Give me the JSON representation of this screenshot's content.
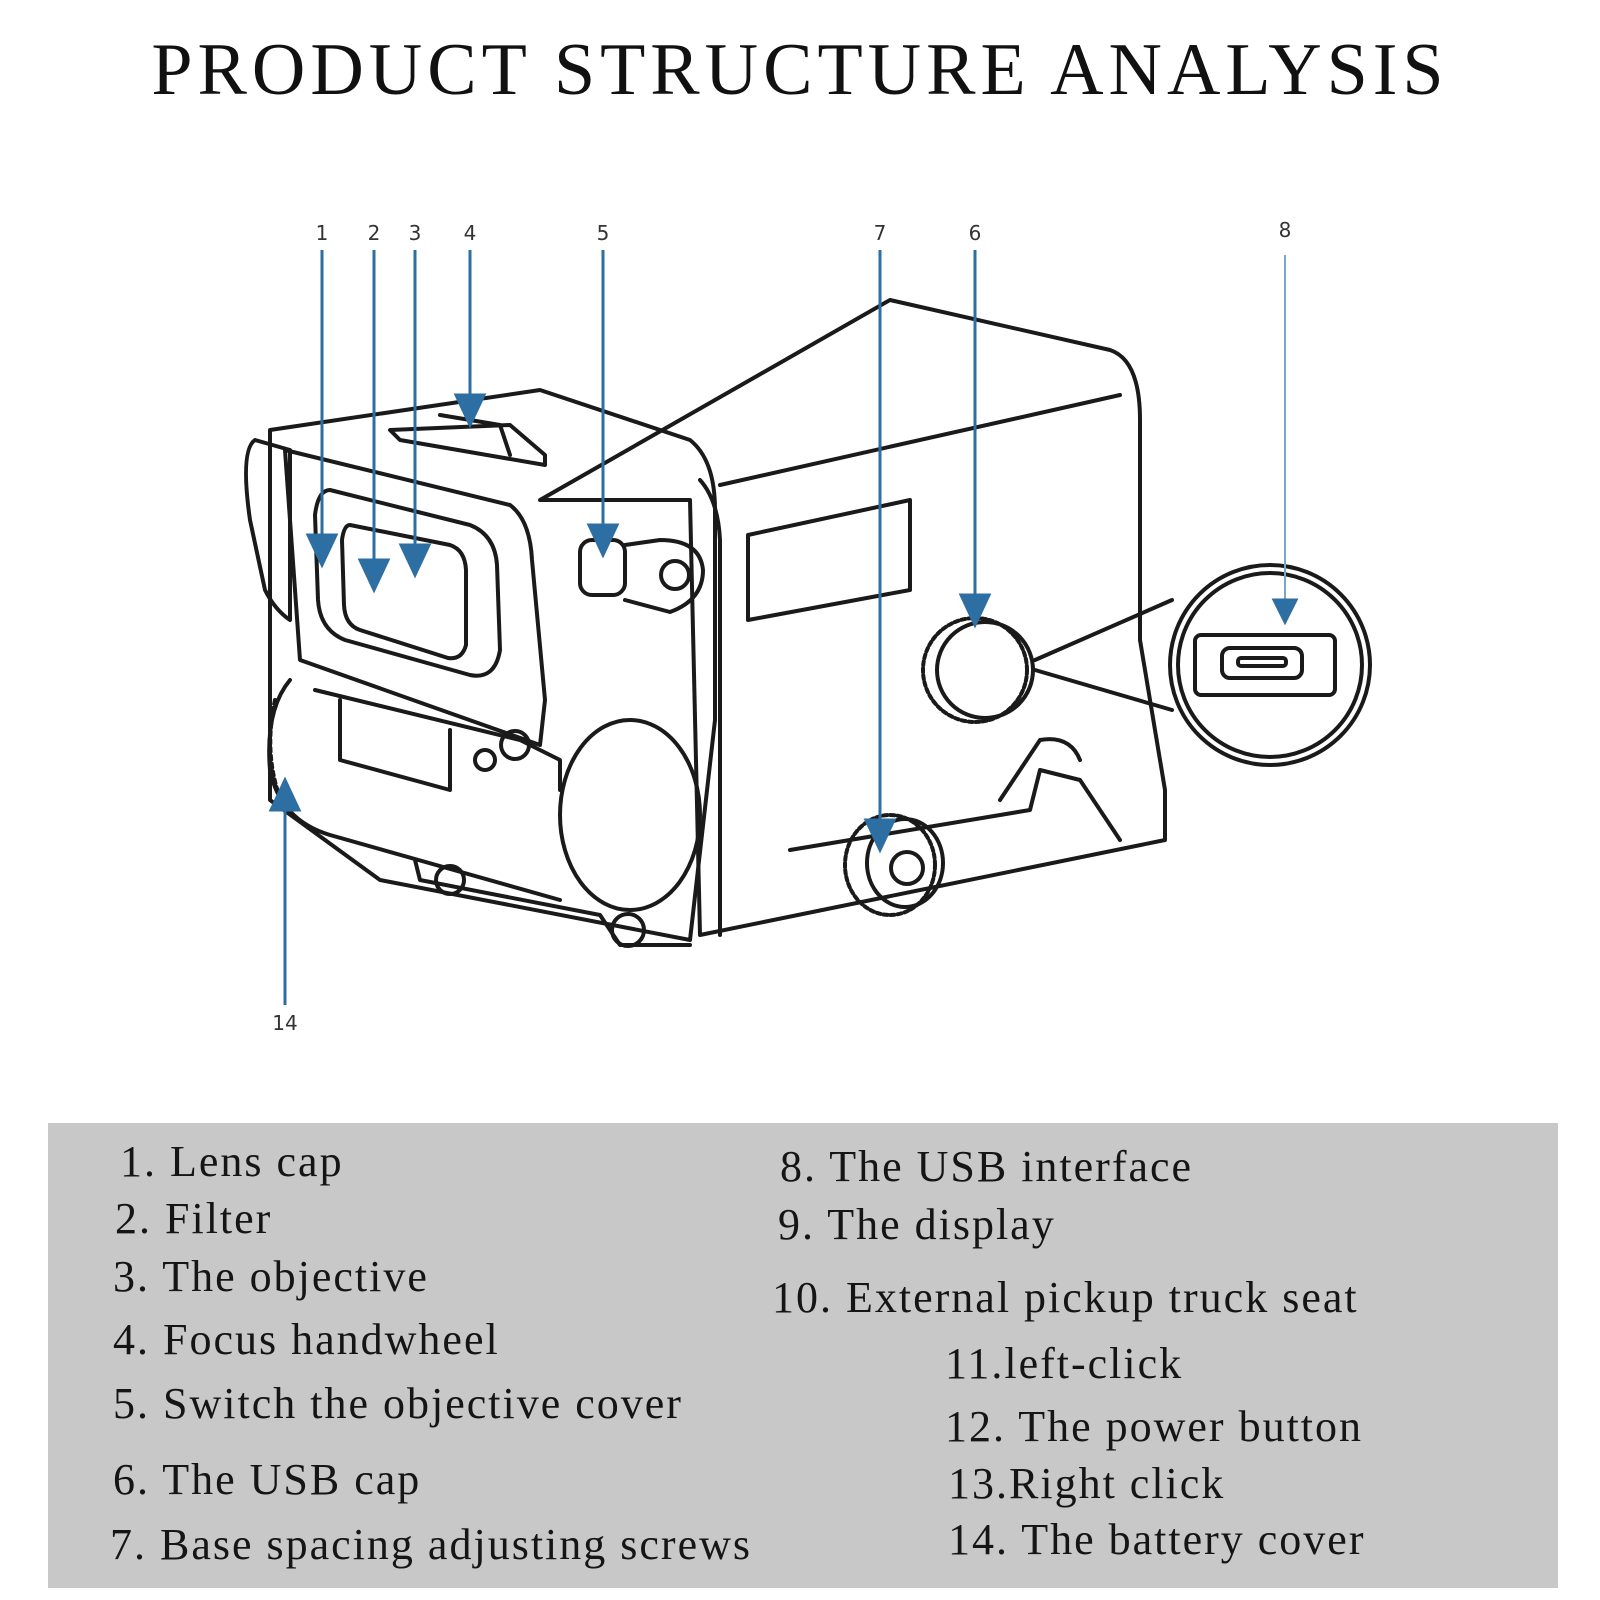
{
  "title": "PRODUCT STRUCTURE ANALYSIS",
  "callouts": [
    "1",
    "2",
    "3",
    "4",
    "5",
    "7",
    "6",
    "8",
    "14"
  ],
  "legend": [
    "1. Lens cap",
    "2. Filter",
    "3. The objective",
    "4. Focus handwheel",
    "5. Switch the objective cover",
    "6. The USB cap",
    "7. Base spacing adjusting screws",
    "8. The USB interface",
    "9. The display",
    "10. External pickup truck seat",
    "11.left-click",
    "12. The power button",
    "13.Right click",
    "14. The battery cover"
  ],
  "colors": {
    "arrow": "#2e6fa3",
    "legend_bg": "#c8c8c8",
    "outline": "#1a1a1a"
  }
}
